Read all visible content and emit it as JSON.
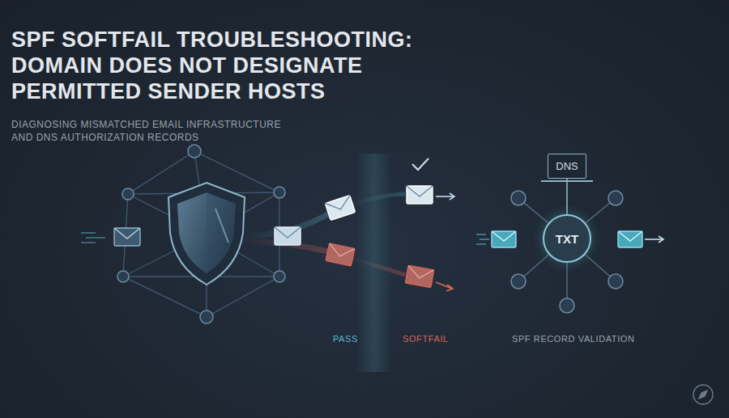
{
  "diagram": {
    "title": "SPF SOFTFAIL TROUBLESHOOTING: DOMAIN DOES NOT DESIGNATE PERMITTED SENDER HOSTS",
    "nodes": [
      {
        "text": [
          "DNS"
        ]
      },
      {
        "text": [
          "TXT"
        ]
      }
    ],
    "edges": [
      {
        "from": 0,
        "to": 1,
        "arrow": "none"
      }
    ],
    "labels": [
      "DIAGNOSING MISMATCHED EMAIL INFRASTRUCTURE AND DNS AUTHORIZATION RECORDS",
      "PASS",
      "SOFTFAIL",
      "SPF RECORD VALIDATION"
    ]
  }
}
